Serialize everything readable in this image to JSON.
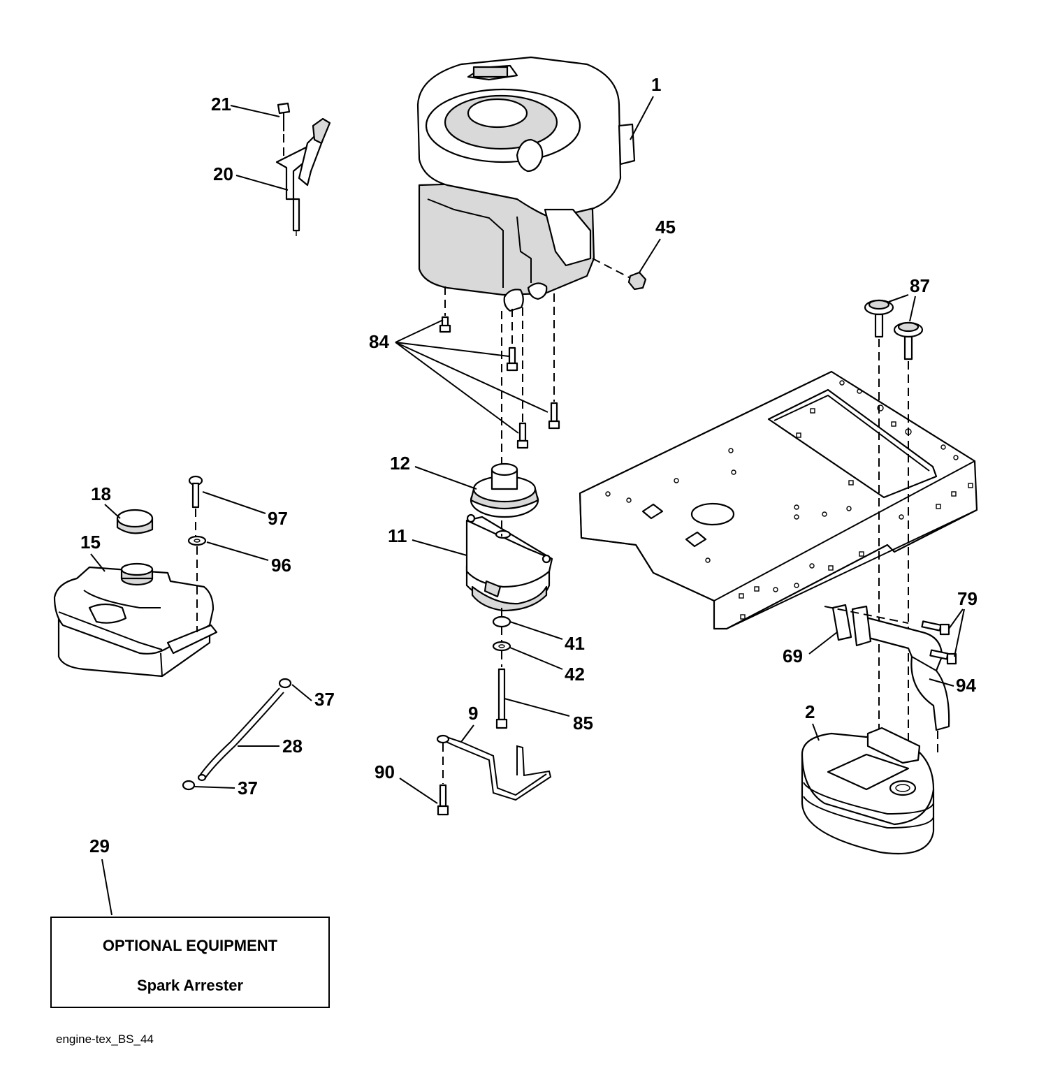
{
  "diagram": {
    "callouts": {
      "c1": "1",
      "c2": "2",
      "c9": "9",
      "c11": "11",
      "c12": "12",
      "c15": "15",
      "c18": "18",
      "c20": "20",
      "c21": "21",
      "c28": "28",
      "c29": "29",
      "c37a": "37",
      "c37b": "37",
      "c41": "41",
      "c42": "42",
      "c45": "45",
      "c69": "69",
      "c79": "79",
      "c84": "84",
      "c85": "85",
      "c87": "87",
      "c90": "90",
      "c94": "94",
      "c96": "96",
      "c97": "97"
    },
    "optional_box": {
      "title": "OPTIONAL EQUIPMENT",
      "item": "Spark Arrester"
    },
    "footer_code": "engine-tex_BS_44"
  }
}
